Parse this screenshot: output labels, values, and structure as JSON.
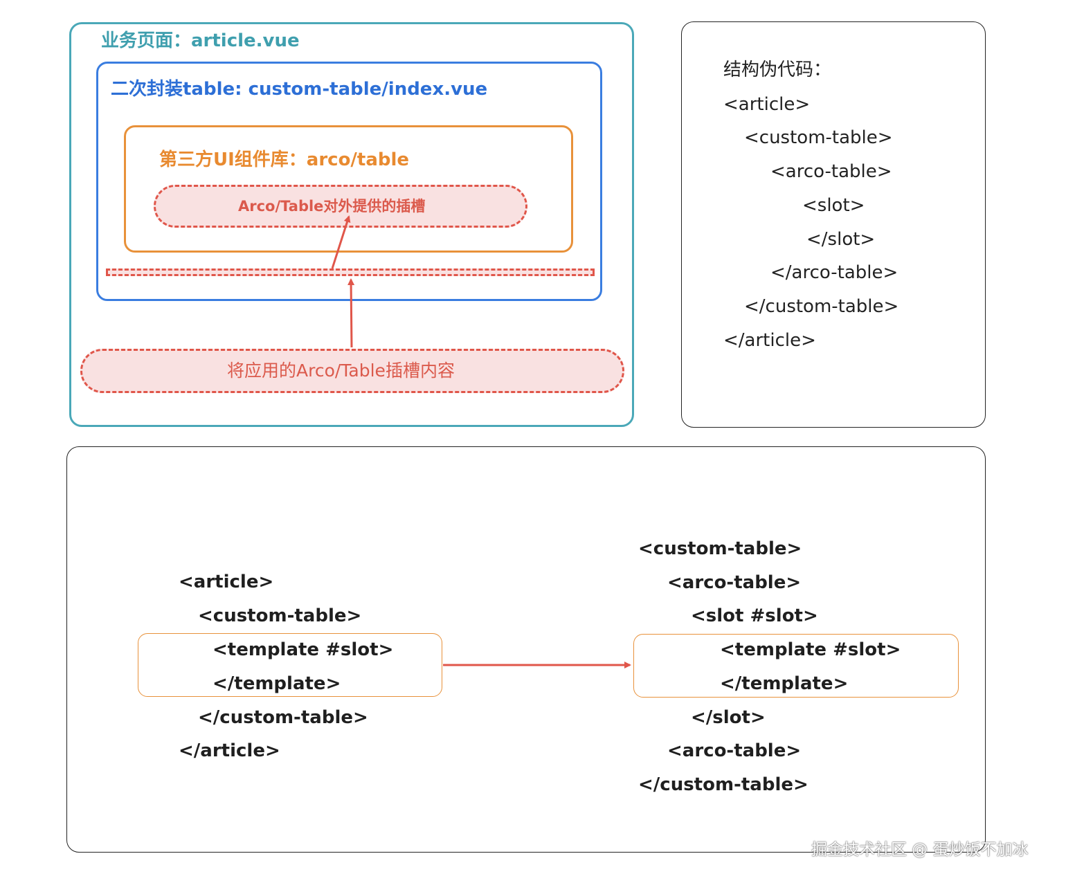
{
  "diagram": {
    "business_page_label": "业务页面：article.vue",
    "custom_table_label": "二次封装table: custom-table/index.vue",
    "third_party_label": "第三方UI组件库：arco/table",
    "slots_provided_label": "Arco/Table对外提供的插槽",
    "slot_content_label": "将应用的Arco/Table插槽内容"
  },
  "pseudo_code": {
    "title": "结构伪代码：",
    "lines": [
      "<article>",
      "<custom-table>",
      "<arco-table>",
      "<slot>",
      "</slot>",
      "</arco-table>",
      "</custom-table>",
      "</article>"
    ]
  },
  "usage_code": {
    "lines": [
      "<article>",
      "<custom-table>",
      "<template #slot>",
      "</template>",
      "</custom-table>",
      "</article>"
    ]
  },
  "impl_code": {
    "lines": [
      "<custom-table>",
      "<arco-table>",
      "<slot #slot>",
      "<template #slot>",
      "</template>",
      "</slot>",
      "<arco-table>",
      "</custom-table>"
    ]
  },
  "watermark": "掘金技术社区 @ 蛋炒饭不加冰",
  "colors": {
    "teal": "#4aa8b8",
    "blue": "#3a7de0",
    "orange": "#e8913a",
    "red": "#e0564a",
    "pink_fill": "#f9e1e1"
  }
}
